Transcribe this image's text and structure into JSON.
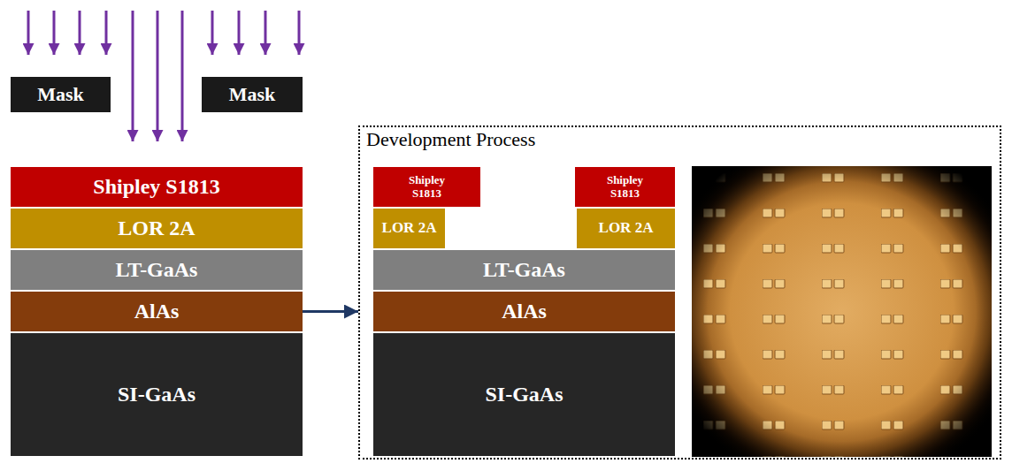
{
  "diagram": {
    "nodes": [
      {
        "text": [
          "Mask"
        ]
      },
      {
        "text": [
          "Mask"
        ]
      },
      {
        "text": [
          "Shipley S1813"
        ]
      },
      {
        "text": [
          "LOR 2A"
        ]
      },
      {
        "text": [
          "LT-GaAs"
        ]
      },
      {
        "text": [
          "AlAs"
        ]
      },
      {
        "text": [
          "SI-GaAs"
        ]
      },
      {
        "text": [
          "Development Process"
        ]
      },
      {
        "text": [
          "Shipley S1813"
        ],
        "in": 7
      },
      {
        "text": [
          "Shipley S1813"
        ],
        "in": 7
      },
      {
        "text": [
          "LOR 2A"
        ],
        "in": 7
      },
      {
        "text": [
          "LOR 2A"
        ],
        "in": 7
      },
      {
        "text": [
          "LT-GaAs"
        ],
        "in": 7
      },
      {
        "text": [
          "AlAs"
        ],
        "in": 7
      },
      {
        "text": [
          "SI-GaAs"
        ],
        "in": 7
      }
    ],
    "edges": [
      {
        "from": 5,
        "to": 7,
        "arrow": "to"
      }
    ]
  }
}
